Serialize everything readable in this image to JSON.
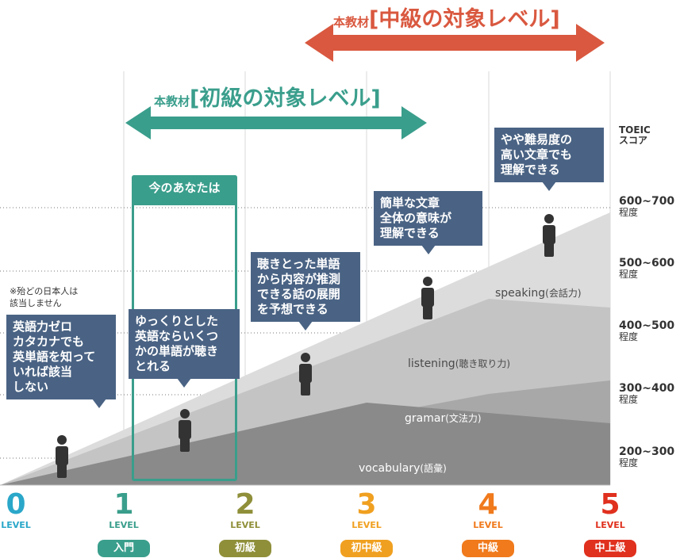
{
  "colors": {
    "teal": "#3a9e8c",
    "orange": "#d9583f",
    "bubble": "#4a6384",
    "level0": "#2aa7c9",
    "level1": "#3a9e8c",
    "level2": "#8f8f3a",
    "level3": "#f0a020",
    "level4": "#f07a1c",
    "level5": "#e0301e"
  },
  "ranges": {
    "intermediate": {
      "prefix": "本教材",
      "title": "[中級の対象レベル]"
    },
    "beginner": {
      "prefix": "本教材",
      "title": "[初級の対象レベル]"
    }
  },
  "current_box": {
    "label": "今のあなたは"
  },
  "note": "※殆どの日本人は\n該当しません",
  "bubbles": [
    {
      "text": "英語力ゼロ\nカタカナでも\n英単語を知って\nいれば該当\nしない"
    },
    {
      "text": "ゆっくりとした\n英語ならいくつ\nかの単語が聴き\nとれる"
    },
    {
      "text": "聴きとった単語\nから内容が推測\nできる話の展開\nを予想できる"
    },
    {
      "text": "簡単な文章\n全体の意味が\n理解できる"
    },
    {
      "text": "やや難易度の\n高い文章でも\n理解できる"
    }
  ],
  "toeic": {
    "title": "TOEIC\nスコア",
    "unit": "程度",
    "scores": [
      "600~700",
      "500~600",
      "400~500",
      "300~400",
      "200~300"
    ]
  },
  "skills": [
    {
      "name": "speaking",
      "jp": "(会話力)"
    },
    {
      "name": "listening",
      "jp": "(聴き取り力)"
    },
    {
      "name": "gramar",
      "jp": "(文法力)"
    },
    {
      "name": "vocabulary",
      "jp": "(語彙)"
    }
  ],
  "levels": [
    {
      "num": "0",
      "label": "LEVEL",
      "tag": ""
    },
    {
      "num": "1",
      "label": "LEVEL",
      "tag": "入門"
    },
    {
      "num": "2",
      "label": "LEVEL",
      "tag": "初級"
    },
    {
      "num": "3",
      "label": "LEVEL",
      "tag": "初中級"
    },
    {
      "num": "4",
      "label": "LEVEL",
      "tag": "中級"
    },
    {
      "num": "5",
      "label": "LEVEL",
      "tag": "中上級"
    }
  ]
}
